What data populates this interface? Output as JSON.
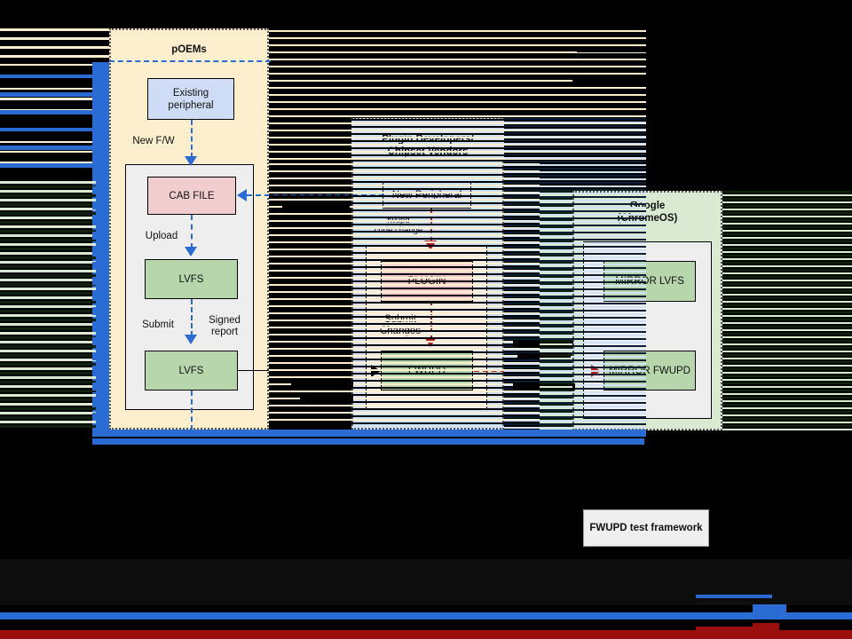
{
  "diagram": {
    "lanes": [
      {
        "id": "poems",
        "title": "pOEMs",
        "color": "#fdeecd",
        "nodes": [
          {
            "id": "existing-peripheral",
            "label": "Existing\nperipheral",
            "style": "blue"
          },
          {
            "id": "cab-file",
            "label": "CAB FILE",
            "style": "pink"
          },
          {
            "id": "lvfs-upload",
            "label": "LVFS",
            "style": "green"
          },
          {
            "id": "lvfs-submit",
            "label": "LVFS",
            "style": "green"
          }
        ],
        "edge_labels": [
          "New F/W",
          "Upload",
          "Submit",
          "Signed\nreport"
        ]
      },
      {
        "id": "plugin-developers",
        "title": "Plugin Developers/\nChipset Vendors",
        "color": "#d2e2f5",
        "nodes": [
          {
            "id": "new-peripheral",
            "label": "New Peripheral",
            "style": "blue"
          },
          {
            "id": "plugin",
            "label": "PLUGIN",
            "style": "pink"
          },
          {
            "id": "fwupd",
            "label": "FWUPD",
            "style": "green"
          }
        ],
        "edge_labels": [
          "fwupd\ncode change",
          "Submit\nChanges"
        ]
      },
      {
        "id": "google-chromeos",
        "title": "Google\n(ChromeOS)",
        "color": "#d9e9d2",
        "nodes": [
          {
            "id": "mirror-lvfs",
            "label": "MIRROR LVFS",
            "style": "green"
          },
          {
            "id": "mirror-fwupd",
            "label": "MIRROR FWUPD",
            "style": "green"
          }
        ],
        "edge_labels": []
      }
    ],
    "standalone_nodes": [
      {
        "id": "fwupd-test-framework",
        "label": "FWUPD test framework",
        "style": "white"
      }
    ],
    "colors": {
      "lane_poems": "#fdeecd",
      "lane_plugin": "#d2e2f5",
      "lane_google": "#d9e9d2",
      "node_blue": "#cfdcf5",
      "node_pink": "#f2cdd0",
      "node_green": "#b8d6ac",
      "arrow_blue": "#2b6bd4",
      "arrow_red": "#b02020",
      "arrow_black": "#000000",
      "inner_panel": "#eeeeee",
      "background": "#000000"
    }
  }
}
